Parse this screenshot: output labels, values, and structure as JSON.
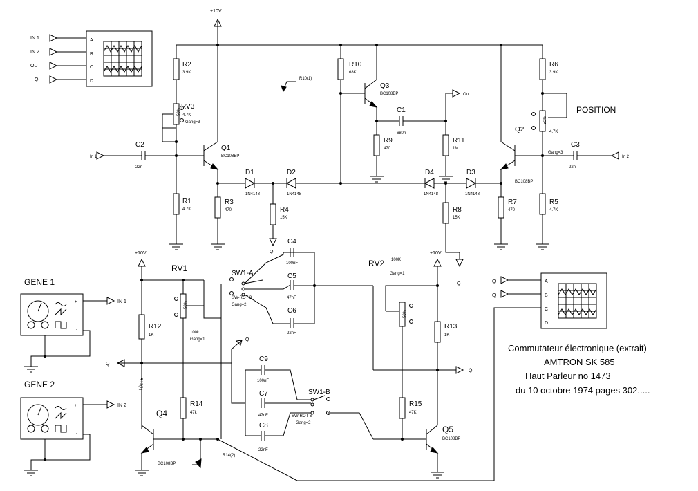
{
  "supply": {
    "vcc": "+10V"
  },
  "scope1": {
    "inputs": [
      "IN 1",
      "IN 2",
      "OUT",
      "Q"
    ],
    "pins": [
      "A",
      "B",
      "C",
      "D"
    ]
  },
  "scope2": {
    "inputs": [
      "Q",
      "Q̄"
    ],
    "pins": [
      "A",
      "B",
      "C",
      "D"
    ]
  },
  "labels": {
    "r2": "R2",
    "r2v": "3.9K",
    "rv3": "RV3",
    "rv3v": "4.7K",
    "rv3g": "Gang=3",
    "rv3w": "50%",
    "c2": "C2",
    "c2v": "22n",
    "in1": "In 1",
    "in2": "In 2",
    "q1": "Q1",
    "q1t": "BC108BP",
    "r1": "R1",
    "r1v": "4.7K",
    "r3": "R3",
    "r3v": "470",
    "d1": "D1",
    "d1t": "1N4148",
    "d2": "D2",
    "d2t": "1N4148",
    "r4": "R4",
    "r4v": "15K",
    "q_out1": "Q",
    "r10": "R10",
    "r10v": "68K",
    "r10tag": "R10(1)",
    "q3": "Q3",
    "q3t": "BC108BP",
    "out": "Out",
    "c1": "C1",
    "c1v": "680n",
    "r9": "R9",
    "r9v": "470",
    "r11": "R11",
    "r11v": "1M",
    "d4": "D4",
    "d4t": "1N4148",
    "d3": "D3",
    "d3t": "1N4148",
    "r8": "R8",
    "r8v": "15K",
    "qbar_out1": "Q̄",
    "r6": "R6",
    "r6v": "3.9K",
    "position": "POSITION",
    "q2": "Q2",
    "q2t": "BC108BP",
    "rv_pos_v": "4.7K",
    "rv_pos_w": "50%",
    "c3": "C3",
    "c3v": "22n",
    "c3g": "Gang=3",
    "r7": "R7",
    "r7v": "470",
    "r5": "R5",
    "r5v": "4.7K",
    "gene1": "GENE 1",
    "gene2": "GENE 2",
    "g_in1": "IN 1",
    "g_in2": "IN 2",
    "rv1": "RV1",
    "rv1v": "100k",
    "rv1g": "Gang=1",
    "rv1w": "50%",
    "r12": "R12",
    "r12v": "1K",
    "sw1a": "SW1-A",
    "sw1at": "SW-ROT-3",
    "sw1ag": "Gang=2",
    "c4": "C4",
    "c4v": "100nF",
    "c5": "C5",
    "c5v": "47nF",
    "c6": "C6",
    "c6v": "22nF",
    "rv2": "RV2",
    "rv2v": "100K",
    "rv2g": "Gang=1",
    "rv2w": "50%",
    "r13": "R13",
    "r13v": "1K",
    "q_left": "Q",
    "q_mid": "Q",
    "qbar_mid": "Q̄",
    "c9": "C9",
    "c9v": "100nF",
    "c7": "C7",
    "c7v": "47nF",
    "c8": "C8",
    "c8v": "22nF",
    "sw1b": "SW1-B",
    "sw1bt": "SW-ROT-3",
    "sw1bg": "Gang=2",
    "r14": "R14",
    "r14v": "47k",
    "r15": "R15",
    "r15v": "47K",
    "q4": "Q4",
    "q4t": "BC108BP",
    "q5": "Q5",
    "q5t": "BC108BP",
    "r14tag": "R14(2)",
    "r12tag": "R12(1)"
  },
  "note": {
    "line1": "Commutateur électronique (extrait)",
    "line2": "AMTRON SK 585",
    "line3": "Haut Parleur no 1473",
    "line4": "du 10 octobre 1974 pages 302....."
  }
}
